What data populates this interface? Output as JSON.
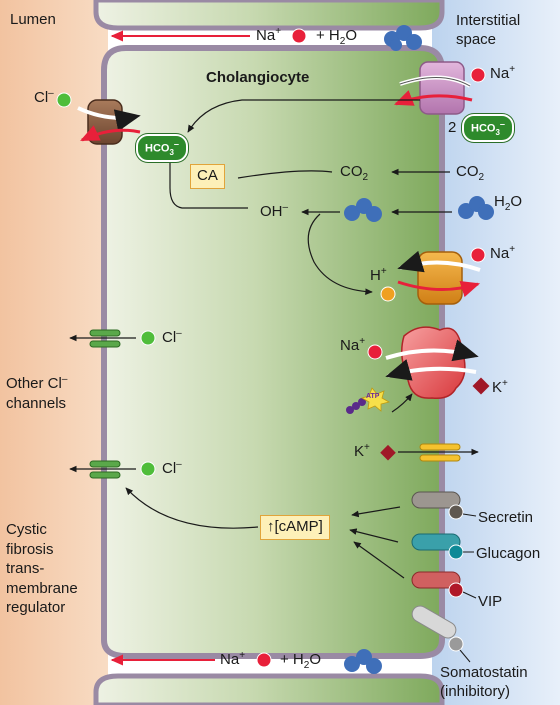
{
  "regions": {
    "lumen": "Lumen",
    "interstitial": "Interstitial space",
    "cell": "Cholangiocyte"
  },
  "top_flux": {
    "na": "Na",
    "charge": "+",
    "plus": "+ H",
    "two": "2",
    "o": "O"
  },
  "bottom_flux": {
    "na": "Na",
    "charge": "+",
    "plus": "+ H",
    "two": "2",
    "o": "O"
  },
  "exchanger_basal_na": {
    "na": "Na",
    "charge": "+",
    "coeff": "2"
  },
  "bicarbonate": {
    "label": "HCO",
    "sub": "3",
    "sup": "–"
  },
  "apical_exchanger": {
    "cl": "Cl",
    "sup": "–"
  },
  "enzyme": "CA",
  "co2": {
    "base": "CO",
    "sub": "2"
  },
  "oh": {
    "base": "OH",
    "sup": "–"
  },
  "h2o": {
    "h": "H",
    "sub": "2",
    "o": "O"
  },
  "nhe": {
    "h": "H",
    "hsup": "+",
    "na": "Na",
    "nasup": "+"
  },
  "pump": {
    "na": "Na",
    "nasup": "+",
    "k": "K",
    "ksup": "+",
    "atp": "ATP"
  },
  "k_channel": {
    "k": "K",
    "sup": "+"
  },
  "cl_channels": {
    "cl": "Cl",
    "sup": "–"
  },
  "other_channels_label": {
    "line1": "Other Cl",
    "sup": "–",
    "line2": "channels"
  },
  "cftr_label": [
    "Cystic",
    "fibrosis",
    "trans-",
    "membrane",
    "regulator"
  ],
  "camp": {
    "arrow": "↑",
    "text": "[cAMP]"
  },
  "receptors": [
    "Secretin",
    "Glucagon",
    "VIP"
  ],
  "somatostatin": {
    "line1": "Somatostatin",
    "line2": "(inhibitory)"
  },
  "colors": {
    "lumen": "#f3c9a6",
    "interstitial": "#cfe0f2",
    "cell_center": "#e9f0dc",
    "cell_edge": "#7ca45c",
    "membrane": "#9a8aa4",
    "red_arrow": "#e8203a",
    "na_dot": "#e8203a",
    "cl_dot": "#4fbd3a",
    "h_dot": "#f0a020",
    "water": "#3f6fb9",
    "k_diamond": "#a01828"
  }
}
